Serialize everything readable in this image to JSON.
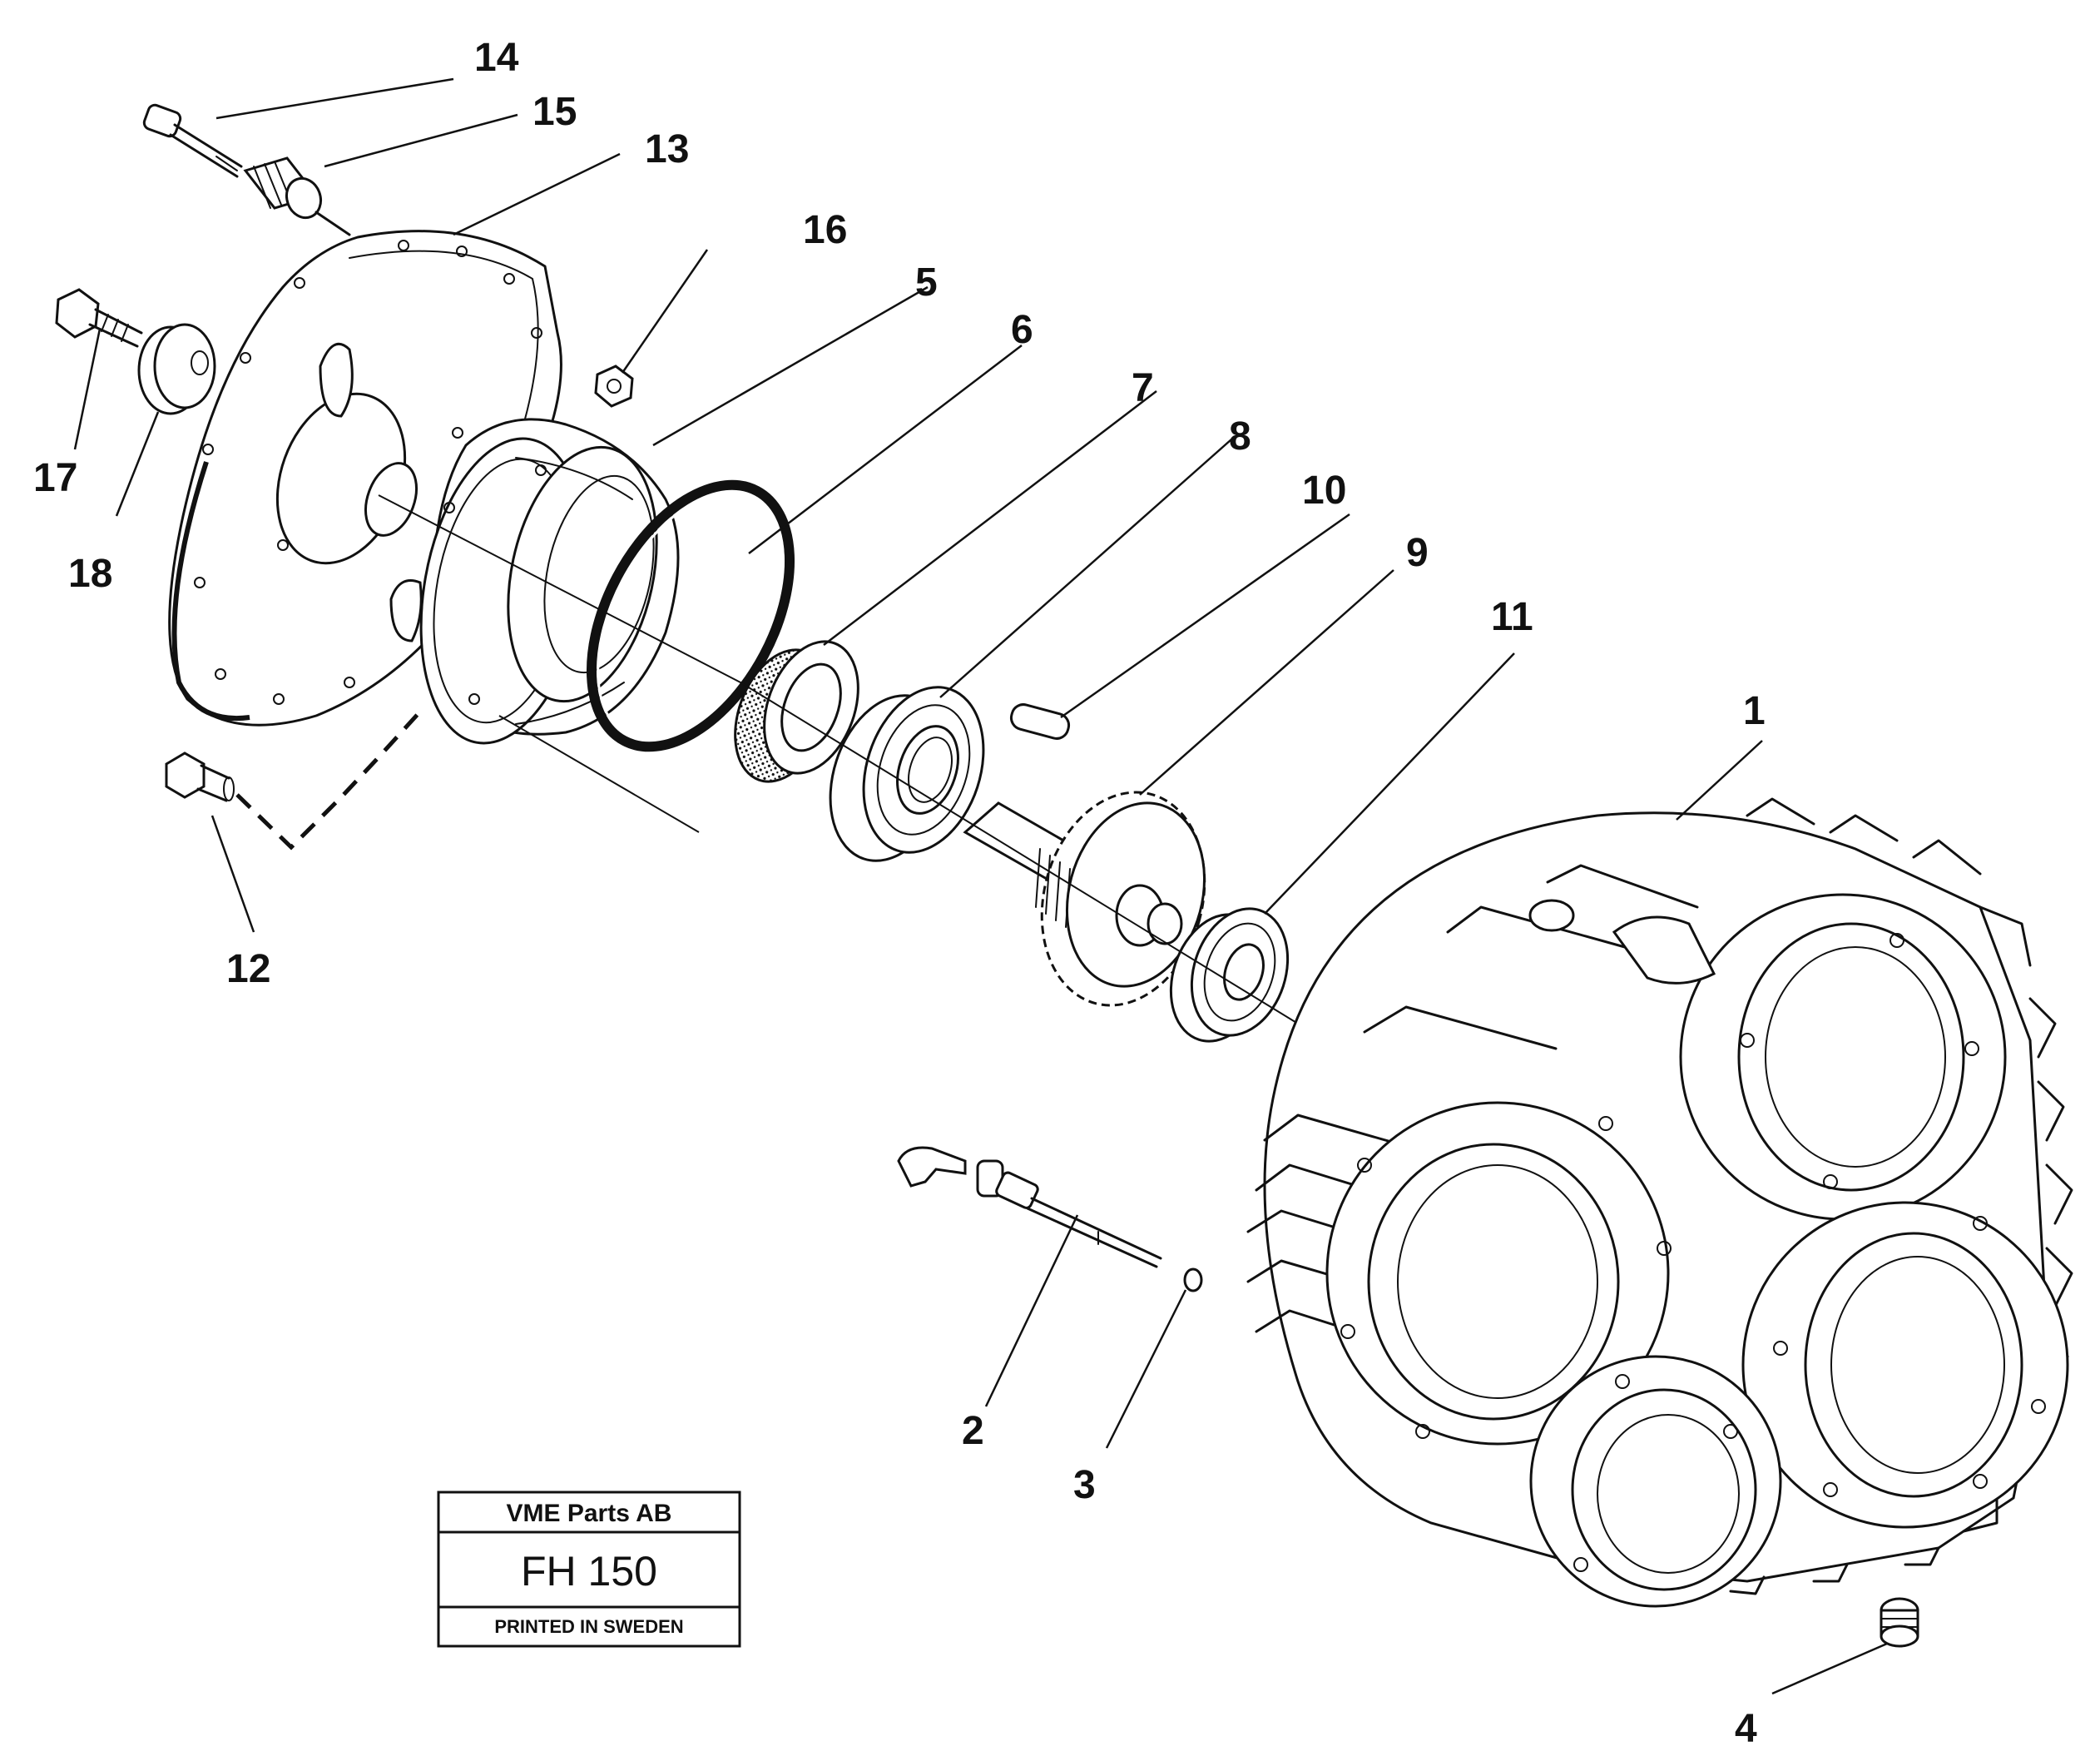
{
  "callouts": {
    "n1": "1",
    "n2": "2",
    "n3": "3",
    "n4": "4",
    "n5": "5",
    "n6": "6",
    "n7": "7",
    "n8": "8",
    "n9": "9",
    "n10": "10",
    "n11": "11",
    "n12": "12",
    "n13": "13",
    "n14": "14",
    "n15": "15",
    "n16": "16",
    "n17": "17",
    "n18": "18"
  },
  "stamp": {
    "company": "VME Parts AB",
    "code": "FH 150",
    "printed": "PRINTED IN SWEDEN"
  }
}
